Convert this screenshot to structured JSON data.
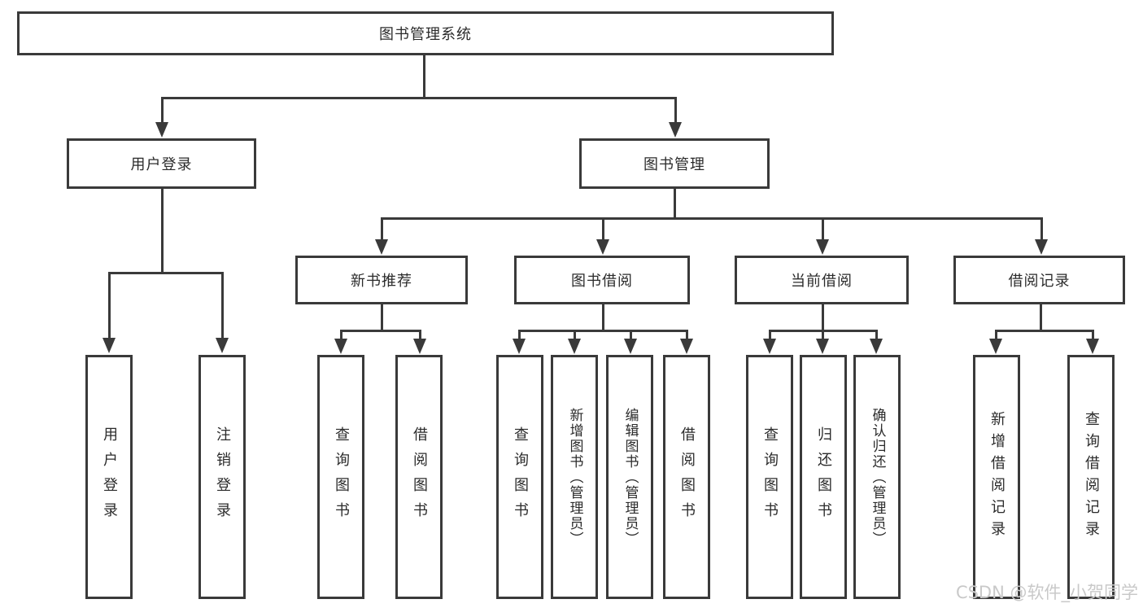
{
  "tree": {
    "root": {
      "label": "图书管理系统"
    },
    "branches": [
      {
        "label": "用户登录",
        "leaves": [
          "用户登录",
          "注销登录"
        ]
      },
      {
        "label": "图书管理",
        "sections": [
          {
            "label": "新书推荐",
            "leaves": [
              "查询图书",
              "借阅图书"
            ]
          },
          {
            "label": "图书借阅",
            "leaves": [
              "查询图书",
              "新增图书（管理员）",
              "编辑图书（管理员）",
              "借阅图书"
            ]
          },
          {
            "label": "当前借阅",
            "leaves": [
              "查询图书",
              "归还图书",
              "确认归还（管理员）"
            ]
          },
          {
            "label": "借阅记录",
            "leaves": [
              "新增借阅记录",
              "查询借阅记录"
            ]
          }
        ]
      }
    ]
  },
  "watermark": {
    "text": "CSDN @软件_小贺同学"
  },
  "colors": {
    "line": "#3a3a3a",
    "text": "#2b2b2b",
    "background": "#ffffff",
    "watermark": "#c9c9c9"
  }
}
